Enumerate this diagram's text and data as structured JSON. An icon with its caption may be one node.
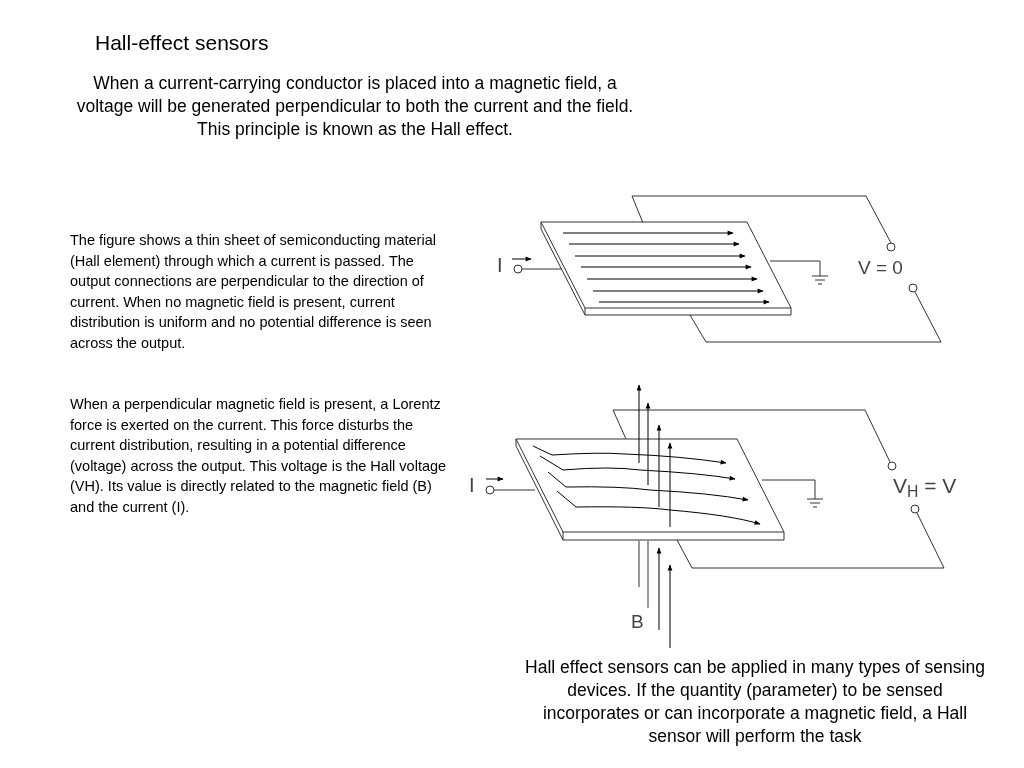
{
  "diagram": {
    "title": "Hall-effect sensors",
    "labels": [
      "When a current-carrying conductor is placed into a magnetic field, a voltage will be generated perpendicular to both the current and the field. This principle is known as the Hall effect.",
      "The figure  shows a thin sheet of semiconducting material (Hall element) through which a current is passed. The output connections are perpendicular to the direction of current. When no magnetic field is present, current distribution is uniform and no potential difference is seen across the output.",
      "When a perpendicular magnetic field is present, a Lorentz force is exerted on the current. This force disturbs the current distribution, resulting in a potential difference (voltage) across the output. This voltage is the Hall voltage (VH). Its value is directly related to the magnetic field (B)  and the current (I).",
      "I",
      "V = 0",
      "I",
      "V$_{H}$ = V",
      "B",
      "Hall effect sensors can be applied in many types of sensing devices. If the quantity (parameter) to be sensed incorporates or can incorporate a magnetic field, a Hall sensor will perform the task"
    ]
  }
}
